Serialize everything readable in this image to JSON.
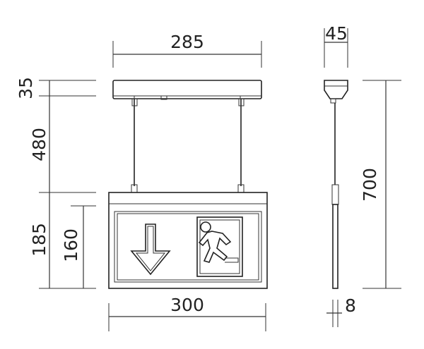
{
  "dimensions": {
    "front_width_top": "285",
    "front_width_bottom": "300",
    "side_depth": "45",
    "side_panel_thickness": "8",
    "canopy_height": "35",
    "suspension_length": "480",
    "sign_height": "185",
    "sign_inner_height": "160",
    "total_height": "700"
  },
  "icons": {
    "arrow": "down-arrow-icon",
    "exit_figure": "running-man-exit-icon"
  }
}
